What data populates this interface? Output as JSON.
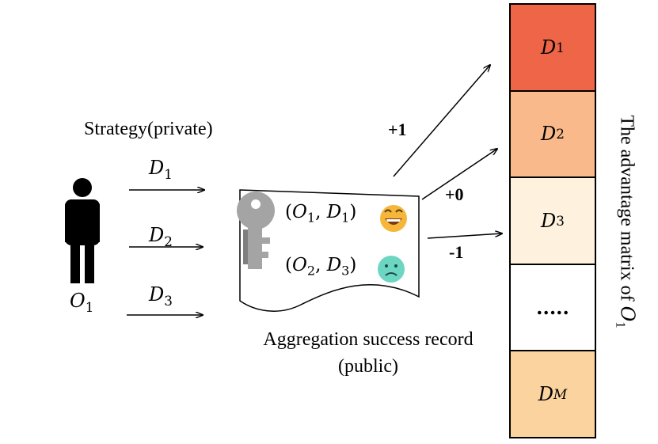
{
  "strategy_label": "Strategy(private)",
  "owner": {
    "base": "O",
    "sub": "1"
  },
  "strategies": [
    {
      "base": "D",
      "sub": "1"
    },
    {
      "base": "D",
      "sub": "2"
    },
    {
      "base": "D",
      "sub": "3"
    }
  ],
  "record": {
    "caption_line1": "Aggregation success record",
    "caption_line2": "(public)",
    "entries": [
      {
        "owner": "O",
        "owner_sub": "1",
        "data": "D",
        "data_sub": "1",
        "emoji": "happy-face-icon"
      },
      {
        "owner": "O",
        "owner_sub": "2",
        "data": "D",
        "data_sub": "3",
        "emoji": "sad-face-icon"
      }
    ]
  },
  "advantages": [
    "+1",
    "+0",
    "-1"
  ],
  "matrix": {
    "title_prefix": "The advantage matrix of",
    "title_symbol": "O",
    "title_sub": "1",
    "cells": [
      {
        "base": "D",
        "sub": "1",
        "color": "#EE6548"
      },
      {
        "base": "D",
        "sub": "2",
        "color": "#F9B98A"
      },
      {
        "base": "D",
        "sub": "3",
        "color": "#FEF1DE"
      },
      {
        "text": ".....",
        "color": "#FFFFFF"
      },
      {
        "base": "D",
        "sub": "M",
        "color": "#FBD39F"
      }
    ]
  },
  "colors": {
    "key": "#A4A4A4",
    "happy_face": "#F6B63A",
    "sad_face": "#6CD6C3"
  }
}
